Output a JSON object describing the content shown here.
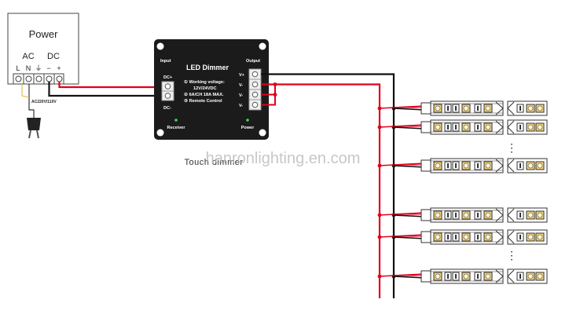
{
  "power_supply": {
    "title": "Power",
    "ac_label": "AC",
    "dc_label": "DC",
    "terminals": [
      "L",
      "N",
      "⏚",
      "−",
      "+"
    ],
    "plug_label": "AC220V/110V"
  },
  "controller": {
    "title": "LED Dimmer",
    "input_label": "Input",
    "output_label": "Output",
    "input_pins": [
      "DC+",
      "DC-"
    ],
    "output_pins": [
      "V+",
      "V-",
      "V-",
      "V-"
    ],
    "specs": [
      "① Working voltage:",
      "12V/24VDC",
      "② 6A/CH 18A MAX.",
      "③ Remote Control"
    ],
    "receiver_label": "Receiver",
    "power_label": "Power",
    "caption": "Touch dimmer"
  },
  "watermark": "hanronlighting.en.com",
  "ellipsis": "⋮",
  "colors": {
    "positive_wire": "#e0001a",
    "negative_wire": "#111111",
    "controller_body": "#1b1b1b",
    "led_yellow": "#f1d27a"
  }
}
